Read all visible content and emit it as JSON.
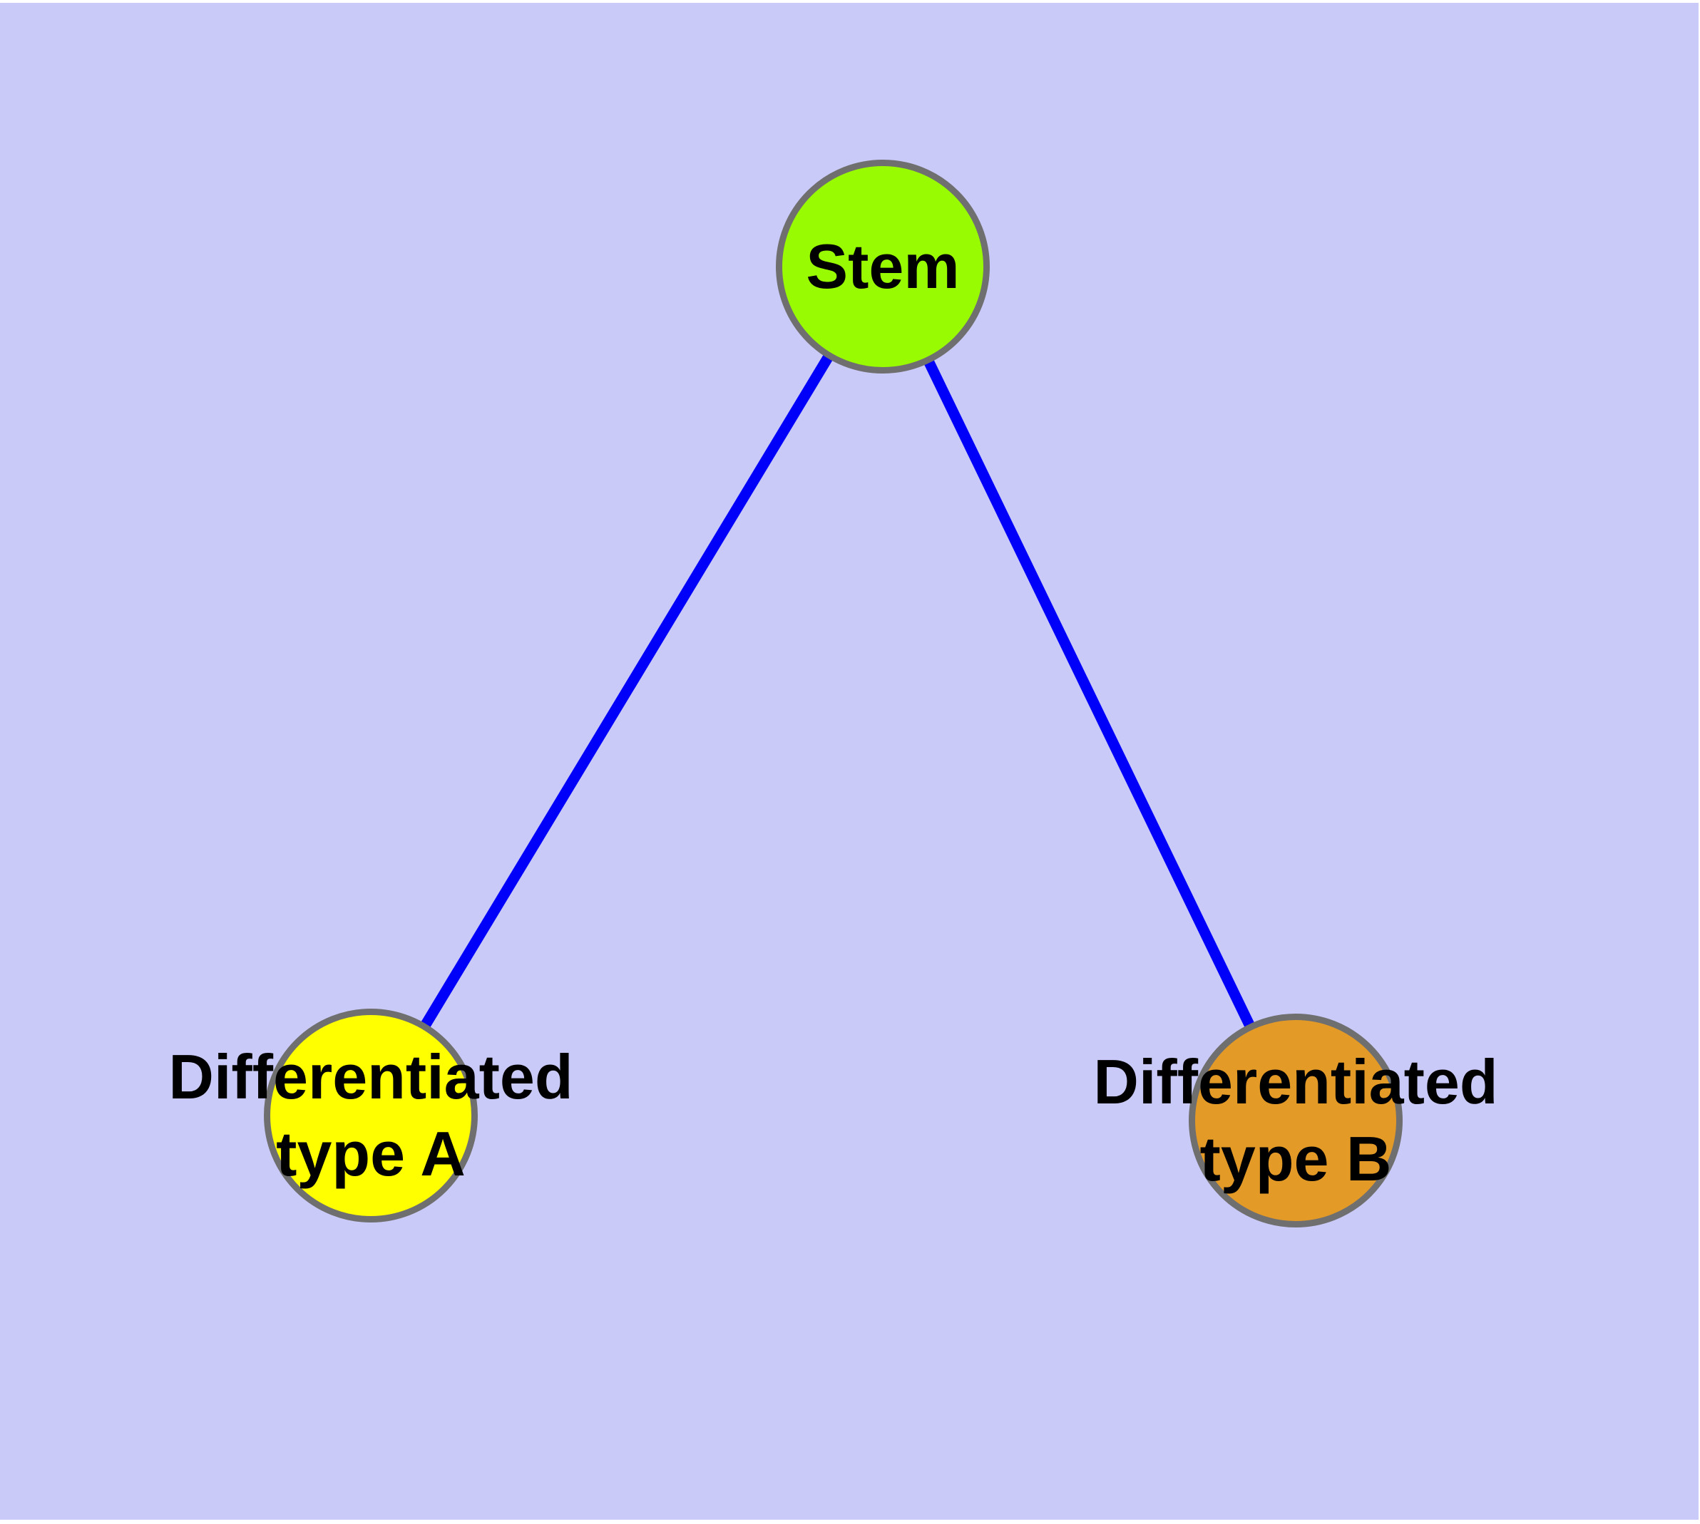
{
  "diagram": {
    "type": "tree",
    "colors": {
      "page_margin": "#FFFFFF",
      "background": "#CACAF8",
      "edge": "#0000FA",
      "node_border": "#6F6F6F",
      "label_text": "#000000"
    },
    "nodes": [
      {
        "id": "stem",
        "label": "Stem",
        "fill": "#99FB01"
      },
      {
        "id": "type-a",
        "label": "Differentiated type A",
        "label_line1": "Differentiated",
        "label_line2": "type A",
        "fill": "#FFFF00"
      },
      {
        "id": "type-b",
        "label": "Differentiated type B",
        "label_line1": "Differentiated",
        "label_line2": "type B",
        "fill": "#E49A27"
      }
    ],
    "edges": [
      {
        "from": "Stem",
        "to": "Differentiated type A"
      },
      {
        "from": "Stem",
        "to": "Differentiated type B"
      }
    ]
  }
}
